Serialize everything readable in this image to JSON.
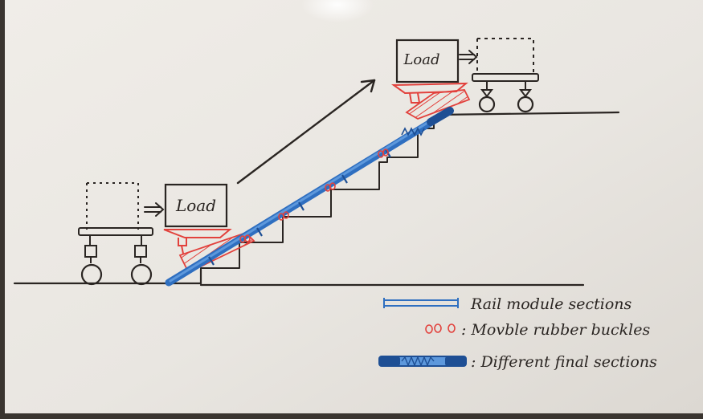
{
  "diagram": {
    "left_box_label": "Load",
    "right_box_label": "Load",
    "legend": [
      {
        "symbol": "rail-module-icon",
        "text": "Rail module sections"
      },
      {
        "symbol": "rubber-buckle-icon",
        "text": ": Movble rubber buckles"
      },
      {
        "symbol": "final-section-icon",
        "text": ": Different final sections"
      }
    ]
  },
  "colors": {
    "board": "#ebe8e3",
    "ink": "#2a2522",
    "red": "#e2413c",
    "blue": "#2f6fc0",
    "blue_light": "#5d98dc"
  }
}
